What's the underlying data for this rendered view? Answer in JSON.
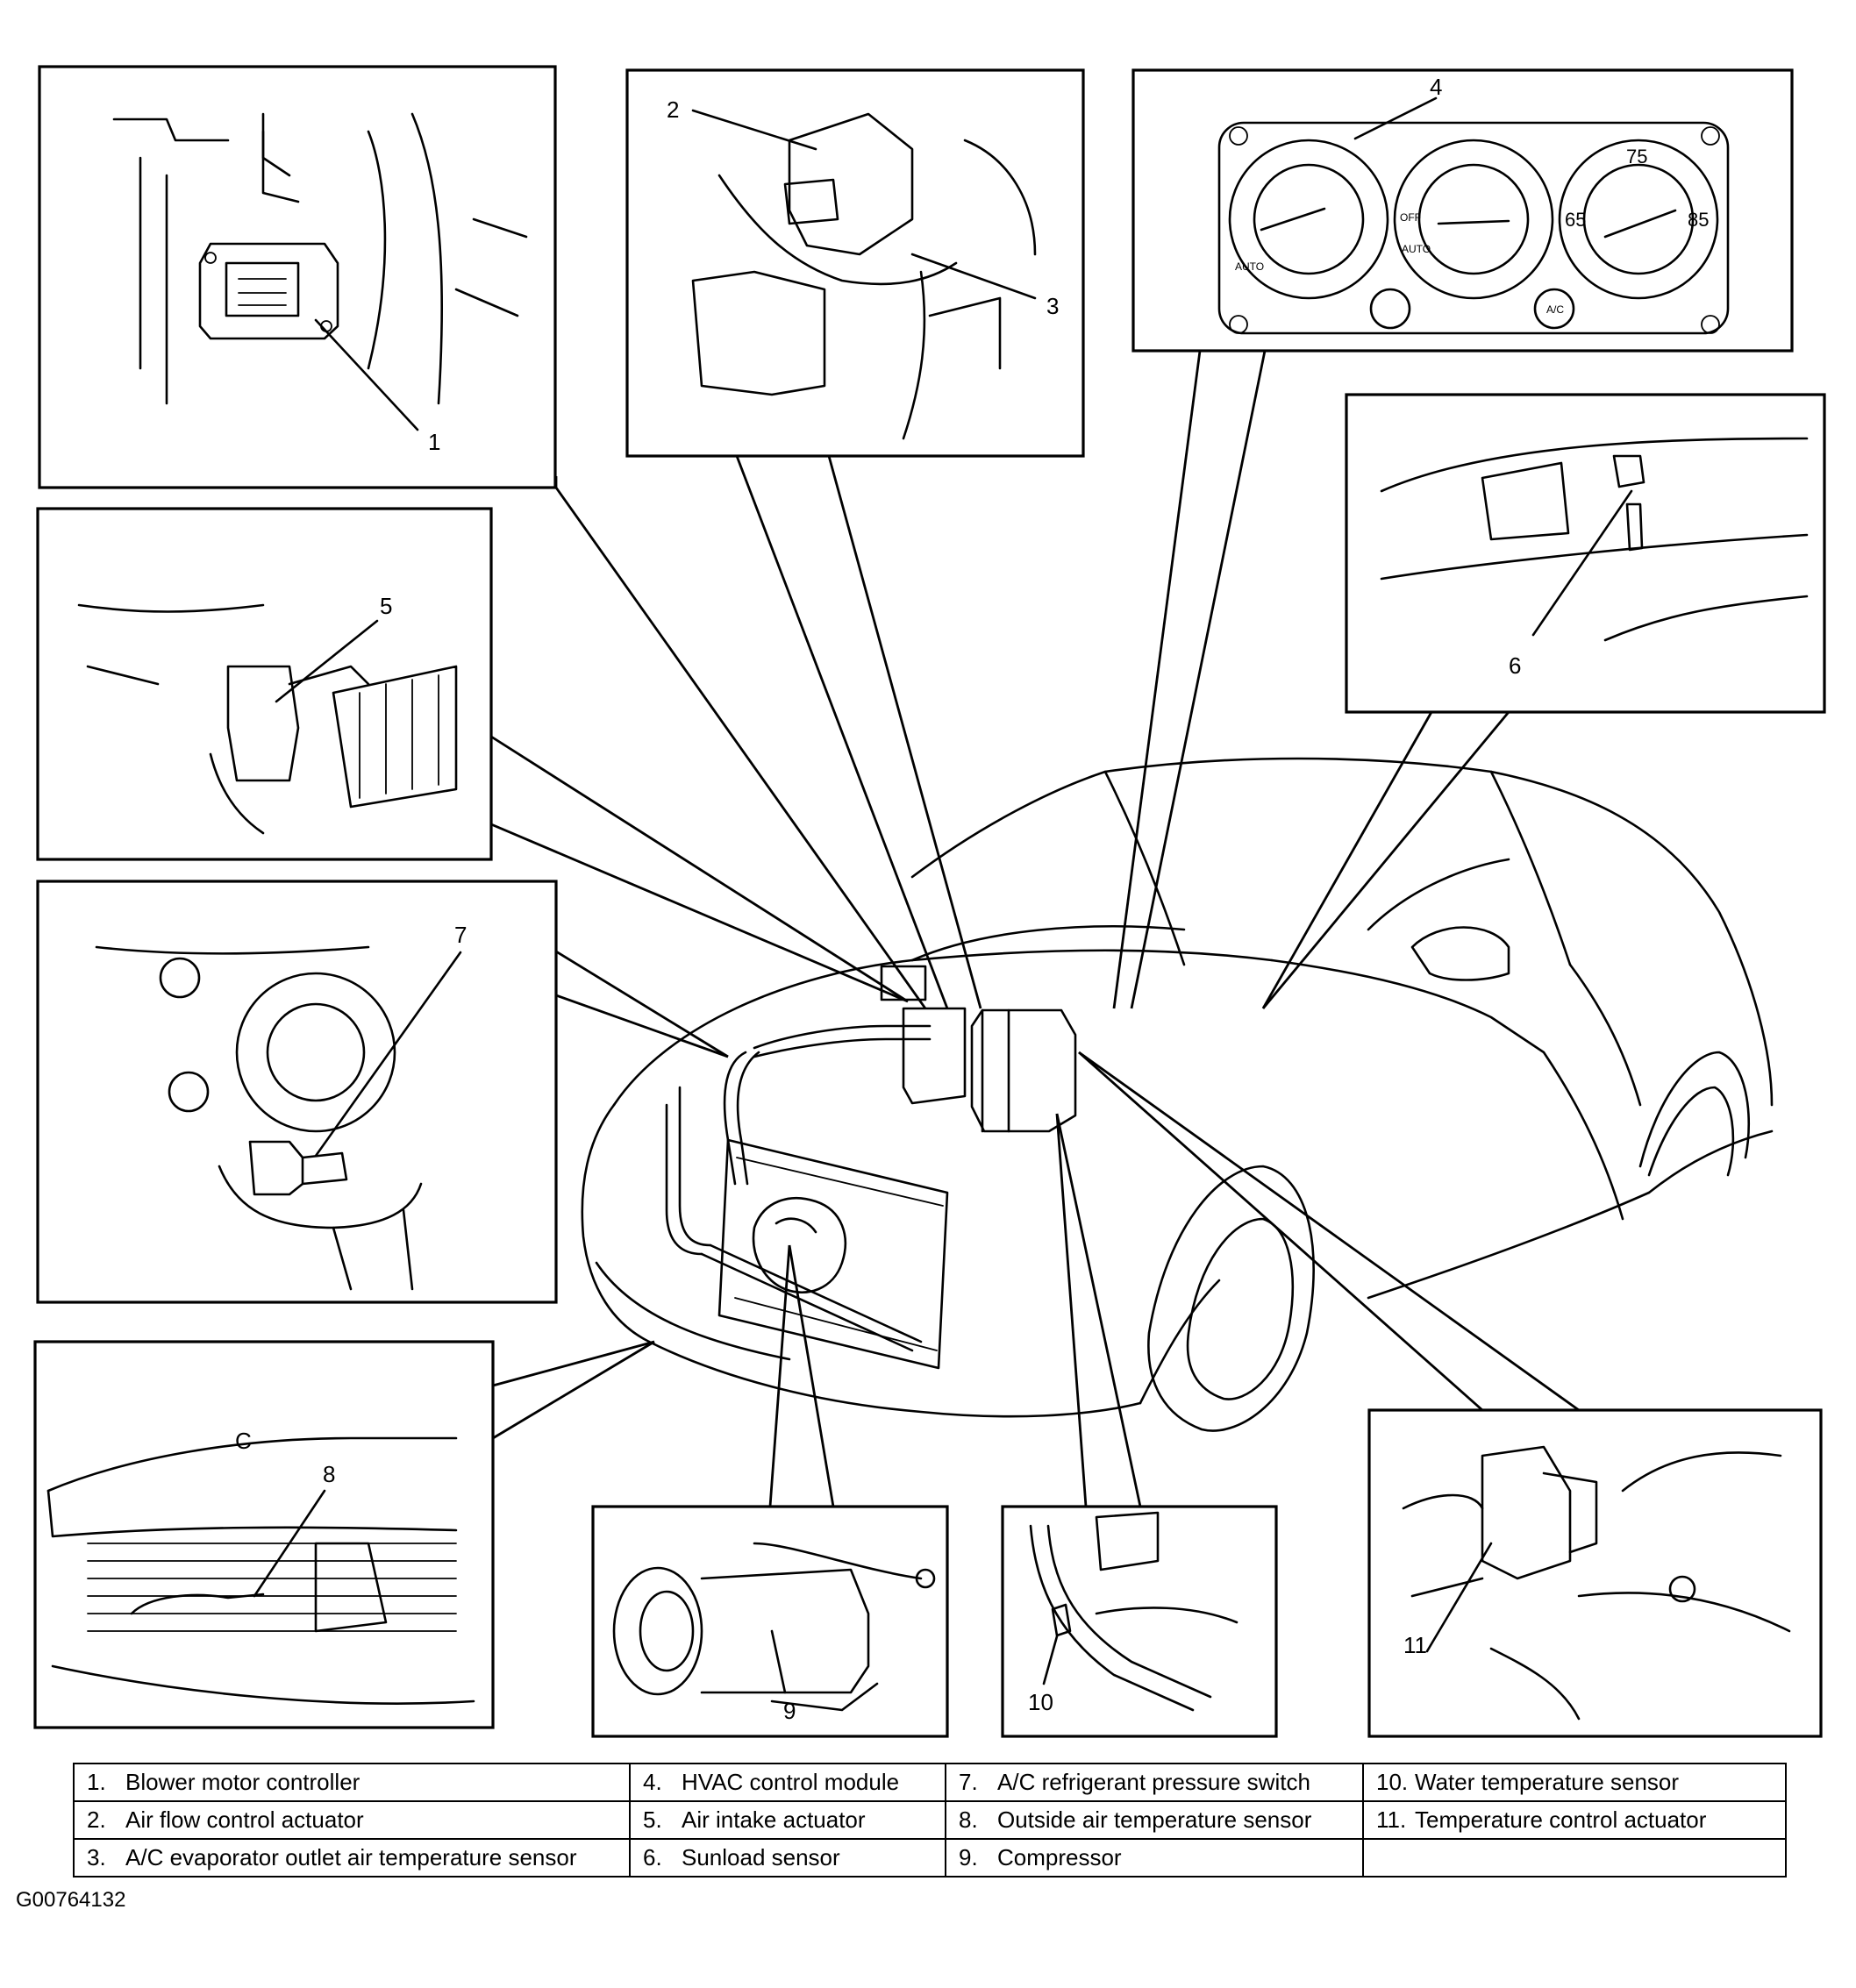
{
  "callouts": [
    "1",
    "2",
    "3",
    "4",
    "5",
    "6",
    "7",
    "8",
    "9",
    "10",
    "11"
  ],
  "dial_labels": {
    "auto_left": "AUTO",
    "off": "OFF",
    "auto_mid": "AUTO",
    "temp_65": "65",
    "temp_75": "75",
    "temp_85": "85",
    "ac_button": "A/C"
  },
  "inset_mark_c": "C",
  "legend": {
    "rows": [
      [
        {
          "num": "1.",
          "label": "Blower motor controller"
        },
        {
          "num": "4.",
          "label": "HVAC control module"
        },
        {
          "num": "7.",
          "label": "A/C refrigerant pressure switch"
        },
        {
          "num": "10.",
          "label": "Water temperature sensor"
        }
      ],
      [
        {
          "num": "2.",
          "label": "Air flow control actuator"
        },
        {
          "num": "5.",
          "label": "Air intake actuator"
        },
        {
          "num": "8.",
          "label": "Outside air temperature sensor"
        },
        {
          "num": "11.",
          "label": "Temperature control actuator"
        }
      ],
      [
        {
          "num": "3.",
          "label": "A/C evaporator outlet air temperature sensor"
        },
        {
          "num": "6.",
          "label": "Sunload sensor"
        },
        {
          "num": "9.",
          "label": "Compressor"
        },
        {
          "num": "",
          "label": ""
        }
      ]
    ]
  },
  "figure_code": "G00764132"
}
